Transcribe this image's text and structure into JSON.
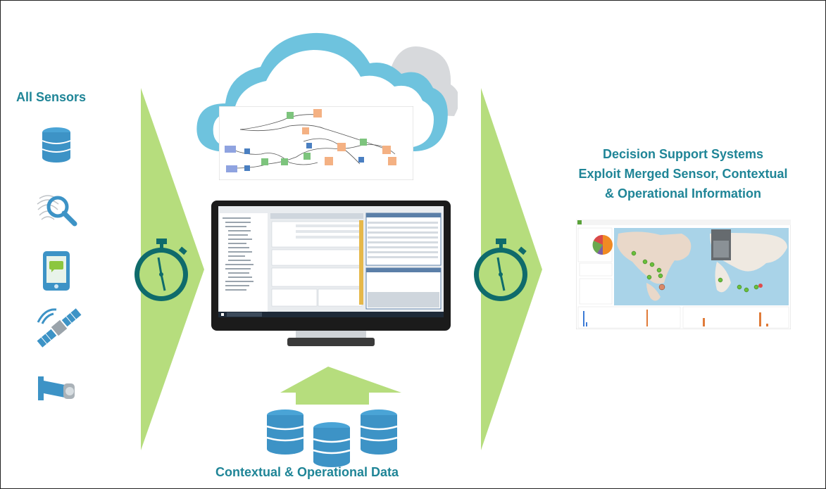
{
  "labels": {
    "sensors_title": "All Sensors",
    "dss_line1": "Decision Support Systems",
    "dss_line2": "Exploit Merged Sensor, Contextual",
    "dss_line3": "& Operational Information",
    "contextual_data": "Contextual & Operational Data"
  },
  "icons": {
    "sensors": [
      "database-icon",
      "fingerprint-search-icon",
      "smartphone-message-icon",
      "satellite-icon",
      "security-camera-icon"
    ],
    "timers": [
      "stopwatch-icon",
      "stopwatch-icon"
    ],
    "cloud": "cloud-icon",
    "monitor": "computer-monitor-icon",
    "databases": [
      "database-icon",
      "database-icon",
      "database-icon"
    ]
  },
  "colors": {
    "teal": "#1f8597",
    "arrow_green": "#b6dd7d",
    "db_blue": "#3d93c6",
    "cloud_blue": "#6ec3de",
    "cloud_grey": "#d7d9dc",
    "stopwatch_green": "#0f6b6b"
  }
}
